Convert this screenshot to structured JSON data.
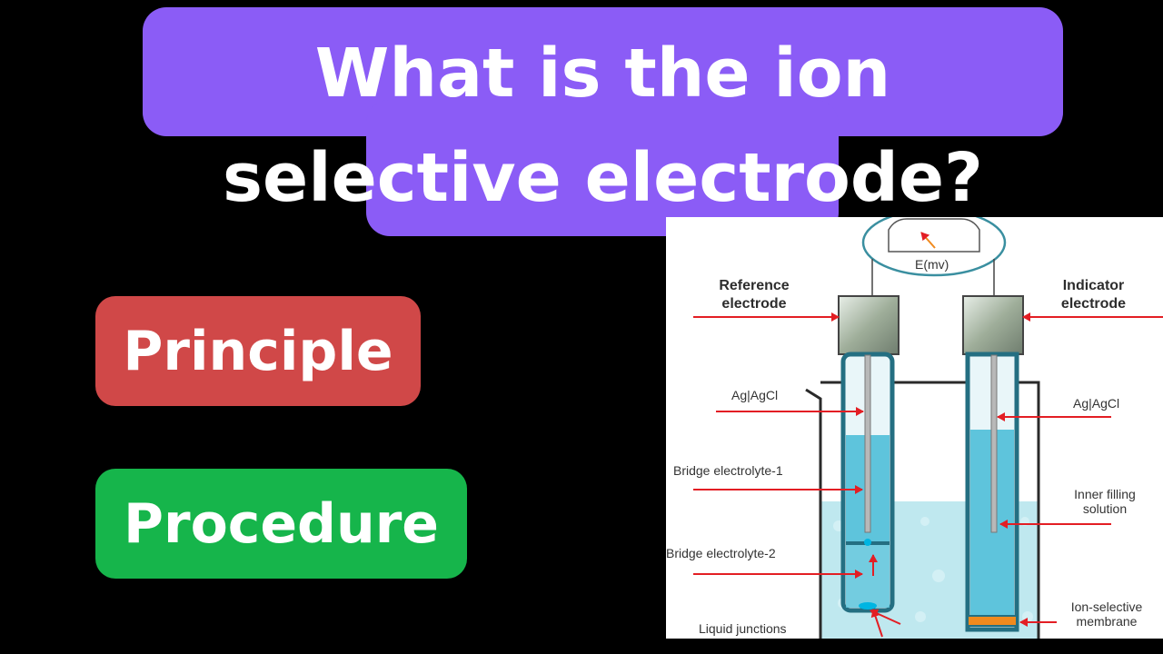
{
  "title": "What is the ion selective electrode?",
  "buttons": {
    "principle": "Principle",
    "procedure": "Procedure"
  },
  "diagram": {
    "meter_label": "E(mv)",
    "labels": {
      "reference_electrode_line1": "Reference",
      "reference_electrode_line2": "electrode",
      "indicator_electrode_line1": "Indicator",
      "indicator_electrode_line2": "electrode",
      "ag_agcl_left": "Ag|AgCl",
      "ag_agcl_right": "Ag|AgCl",
      "bridge_electrolyte_1": "Bridge electrolyte-1",
      "bridge_electrolyte_2": "Bridge electrolyte-2",
      "inner_filling_line1": "Inner filling",
      "inner_filling_line2": "solution",
      "liquid_junctions": "Liquid junctions",
      "ion_selective_line1": "Ion-selective",
      "ion_selective_line2": "membrane"
    }
  },
  "colors": {
    "title_bg": "#8b5cf6",
    "principle_bg": "#d04848",
    "procedure_bg": "#16b54b",
    "arrow": "#e31e24",
    "solution": "#b8e6ee",
    "electrode_fill": "#5ec4dc",
    "membrane": "#f08a1e"
  }
}
